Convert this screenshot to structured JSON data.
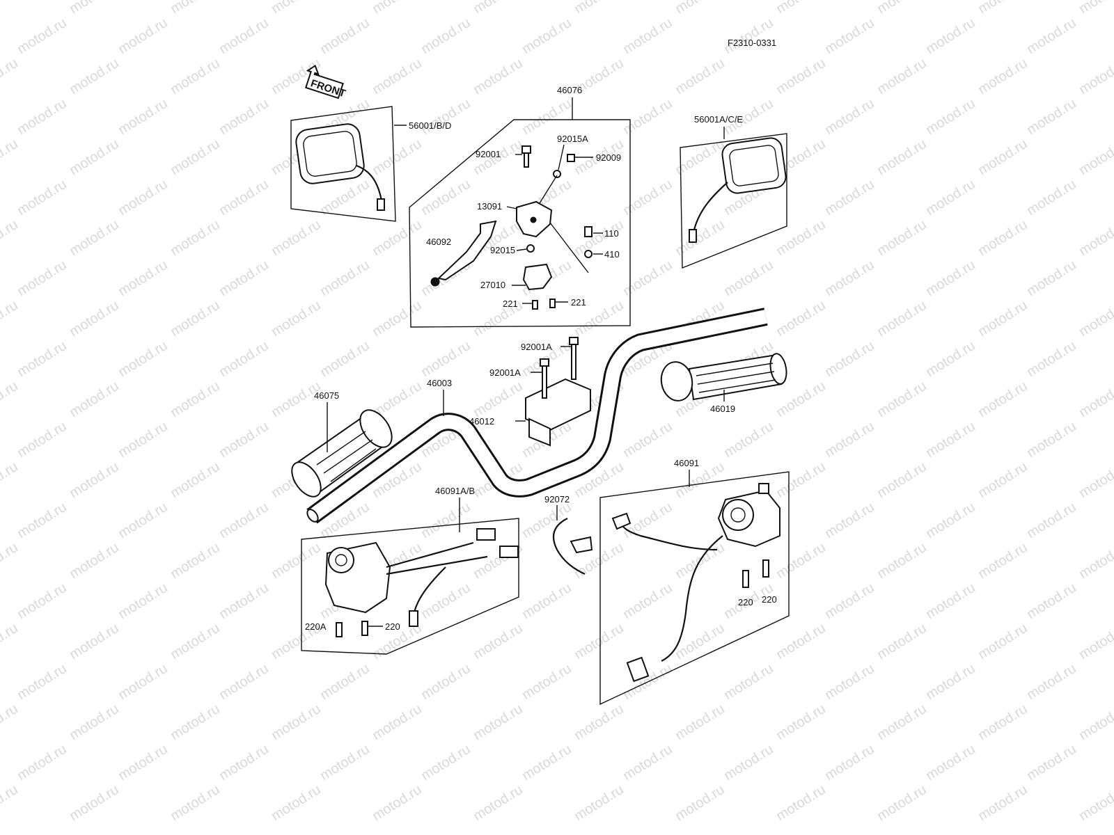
{
  "figure_code": "F2310-0331",
  "front_label": "FRONT",
  "watermark": "motod.ru",
  "labels": {
    "p46076": "46076",
    "p56001bd": "56001/B/D",
    "p56001ace": "56001A/C/E",
    "p92015a": "92015A",
    "p92001": "92001",
    "p92009": "92009",
    "p13091": "13091",
    "p110": "110",
    "p46092": "46092",
    "p92015": "92015",
    "p410": "410",
    "p27010": "27010",
    "p221a": "221",
    "p221b": "221",
    "p92001a_top": "92001A",
    "p92001a_bottom": "92001A",
    "p46075": "46075",
    "p46003": "46003",
    "p46012": "46012",
    "p46019": "46019",
    "p46091": "46091",
    "p46091ab": "46091A/B",
    "p92072": "92072",
    "p220a": "220A",
    "p220_left": "220",
    "p220_right1": "220",
    "p220_right2": "220"
  }
}
